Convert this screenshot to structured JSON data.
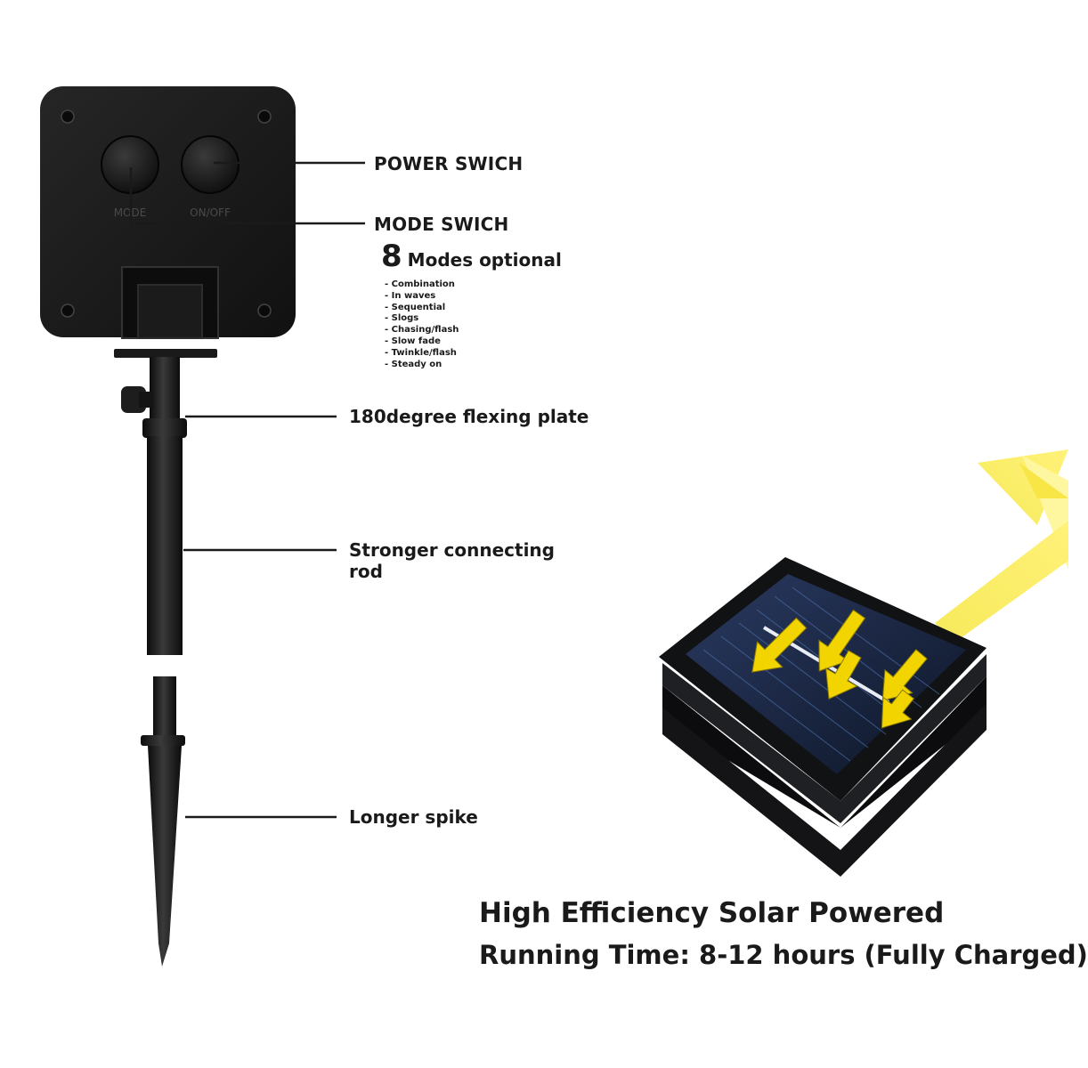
{
  "labels": {
    "power_switch": "POWER SWICH",
    "mode_switch": "MODE SWICH",
    "modes_count": "8",
    "modes_optional": "Modes optional",
    "flexing_plate": "180degree flexing plate",
    "connecting_rod_line1": "Stronger connecting",
    "connecting_rod_line2": "rod",
    "longer_spike": "Longer spike"
  },
  "button_labels": {
    "mode": "MODE",
    "onoff": "ON/OFF"
  },
  "modes": [
    "Combination",
    "In waves",
    "Sequential",
    "Slogs",
    "Chasing/flash",
    "Slow fade",
    "Twinkle/flash",
    "Steady on"
  ],
  "headline": "High Efficiency Solar Powered",
  "running_time": "Running Time: 8-12 hours (Fully Charged)",
  "colors": {
    "device": "#1c1c1c",
    "sun_ray": "#f5e12a",
    "arrow": "#f2d500",
    "panel": "#14203a"
  }
}
